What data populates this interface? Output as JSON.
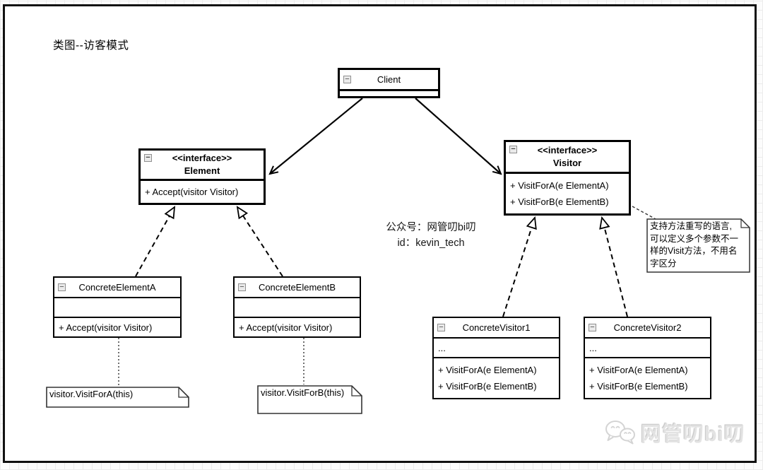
{
  "diagram": {
    "title": "类图--访客模式"
  },
  "classes": {
    "client": {
      "name": "Client"
    },
    "element": {
      "stereotype": "<<interface>>",
      "name": "Element",
      "methods": [
        "+ Accept(visitor Visitor)"
      ]
    },
    "visitor": {
      "stereotype": "<<interface>>",
      "name": "Visitor",
      "methods": [
        "+ VisitForA(e ElementA)",
        "+ VisitForB(e ElementB)"
      ]
    },
    "concrete_element_a": {
      "name": "ConcreteElementA",
      "methods": [
        "+ Accept(visitor Visitor)"
      ]
    },
    "concrete_element_b": {
      "name": "ConcreteElementB",
      "methods": [
        "+ Accept(visitor Visitor)"
      ]
    },
    "concrete_visitor_1": {
      "name": "ConcreteVisitor1",
      "fields": "...",
      "methods": [
        "+ VisitForA(e ElementA)",
        "+ VisitForB(e ElementB)"
      ]
    },
    "concrete_visitor_2": {
      "name": "ConcreteVisitor2",
      "fields": "...",
      "methods": [
        "+ VisitForA(e ElementA)",
        "+ VisitForB(e ElementB)"
      ]
    }
  },
  "notes": {
    "note_a": "visitor.VisitForA(this)",
    "note_b": "visitor.VisitForB(this)",
    "side_note": "支持方法重写的语言,可以定义多个参数不一样的Visit方法，不用名字区分"
  },
  "watermark": {
    "center_line1": "公众号：网管叨bi叨",
    "center_line2": "id：kevin_tech",
    "brand": "网管叨bi叨"
  },
  "icons": {
    "collapse": "−"
  },
  "colors": {
    "stroke": "#000000",
    "canvas": "#ffffff",
    "grid_line": "#ececec",
    "brand_gray": "#e3e3e3"
  }
}
